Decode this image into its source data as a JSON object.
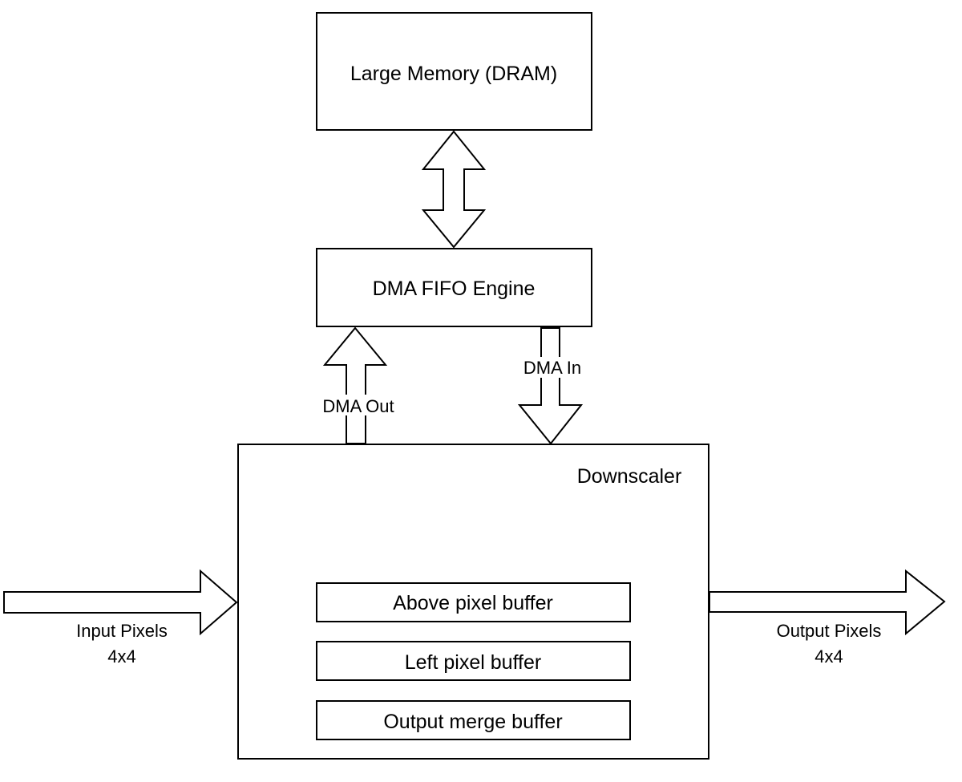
{
  "blocks": {
    "dram": "Large Memory (DRAM)",
    "dma_engine": "DMA FIFO Engine",
    "downscaler": "Downscaler",
    "buffers": [
      "Above pixel buffer",
      "Left pixel buffer",
      "Output merge buffer"
    ]
  },
  "arrows": {
    "dma_out": "DMA Out",
    "dma_in": "DMA In",
    "input_line1": "Input Pixels",
    "input_line2": "4x4",
    "output_line1": "Output Pixels",
    "output_line2": "4x4"
  }
}
